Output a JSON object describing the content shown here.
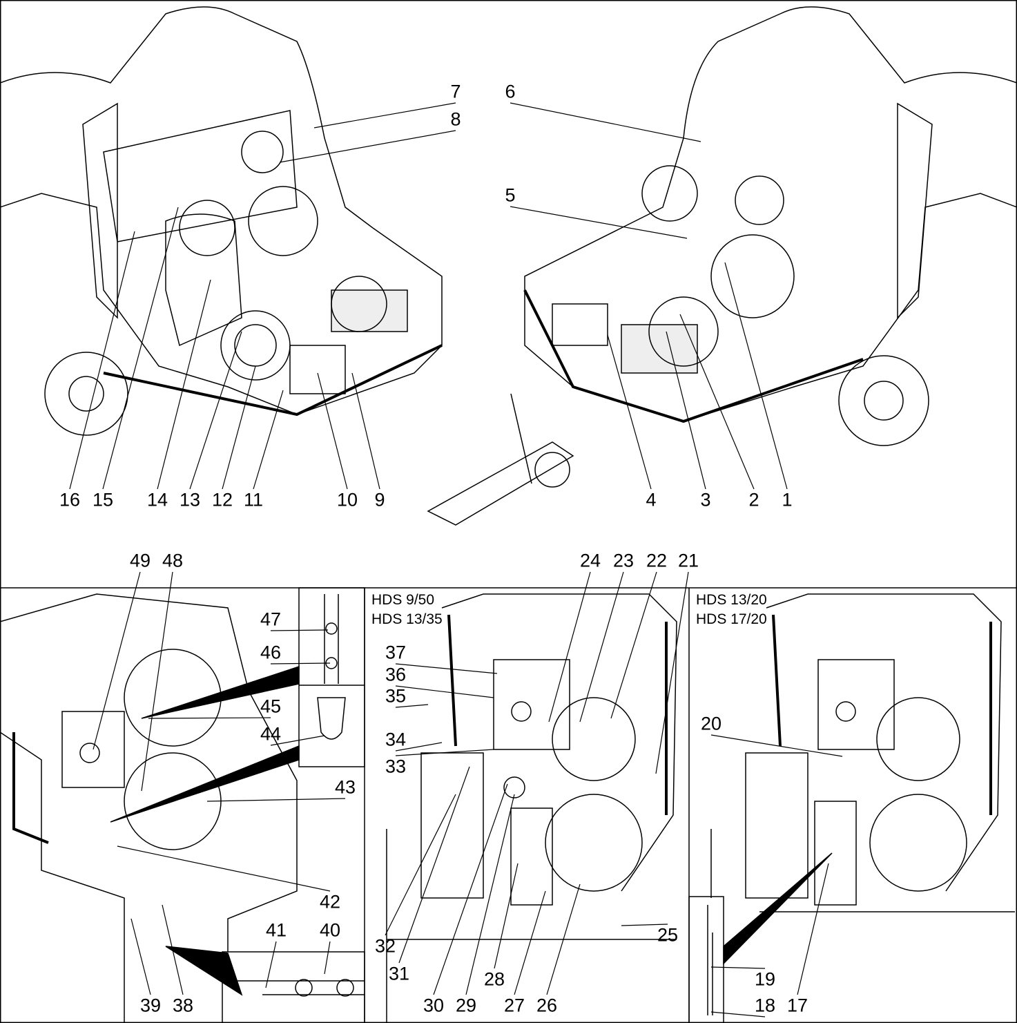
{
  "title": "Machine component overview diagram",
  "views": {
    "top_left": {
      "callouts": [
        "7",
        "8",
        "16",
        "15",
        "14",
        "13",
        "12",
        "11",
        "10",
        "9"
      ]
    },
    "top_right": {
      "callouts": [
        "6",
        "5",
        "4",
        "3",
        "2",
        "1"
      ]
    },
    "bottom_left": {
      "callouts": [
        "49",
        "48",
        "47",
        "46",
        "45",
        "44",
        "43",
        "42",
        "41",
        "40",
        "39",
        "38"
      ]
    },
    "bottom_middle": {
      "models": [
        "HDS 9/50",
        "HDS 13/35"
      ],
      "callouts": [
        "24",
        "23",
        "22",
        "21",
        "37",
        "36",
        "35",
        "34",
        "33",
        "32",
        "31",
        "30",
        "29",
        "28",
        "27",
        "26",
        "25"
      ]
    },
    "bottom_right": {
      "models": [
        "HDS 13/20",
        "HDS 17/20"
      ],
      "callouts": [
        "20",
        "19",
        "18",
        "17"
      ]
    }
  },
  "colors": {
    "line": "#000000",
    "background": "#ffffff",
    "shade": "#e6e6e6"
  }
}
